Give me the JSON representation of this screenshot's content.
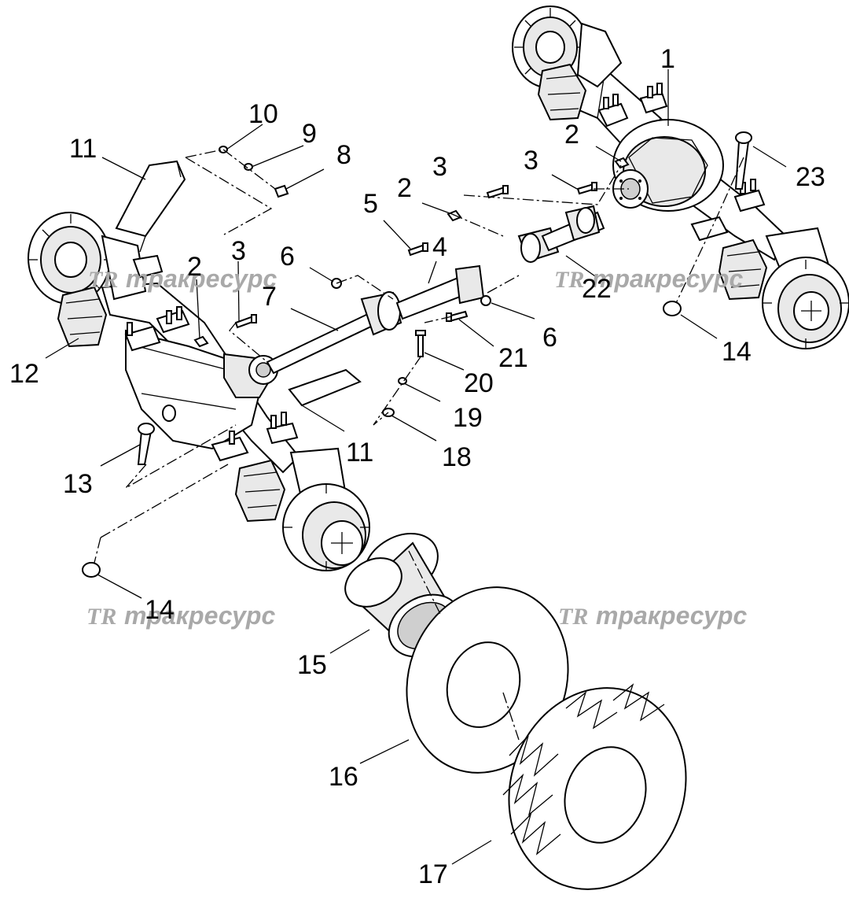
{
  "watermark": {
    "logo": "TR",
    "text": "тракресурс"
  },
  "callouts": [
    {
      "id": "c1",
      "text": "1"
    },
    {
      "id": "c2a",
      "text": "2"
    },
    {
      "id": "c3a",
      "text": "3"
    },
    {
      "id": "c23",
      "text": "23"
    },
    {
      "id": "c3b",
      "text": "3"
    },
    {
      "id": "c2b",
      "text": "2"
    },
    {
      "id": "c22",
      "text": "22"
    },
    {
      "id": "c14a",
      "text": "14"
    },
    {
      "id": "c10",
      "text": "10"
    },
    {
      "id": "c9",
      "text": "9"
    },
    {
      "id": "c8",
      "text": "8"
    },
    {
      "id": "c11a",
      "text": "11"
    },
    {
      "id": "c5",
      "text": "5"
    },
    {
      "id": "c4",
      "text": "4"
    },
    {
      "id": "c3c",
      "text": "3"
    },
    {
      "id": "c6a",
      "text": "6"
    },
    {
      "id": "c7",
      "text": "7"
    },
    {
      "id": "c2c",
      "text": "2"
    },
    {
      "id": "c6b",
      "text": "6"
    },
    {
      "id": "c21",
      "text": "21"
    },
    {
      "id": "c20",
      "text": "20"
    },
    {
      "id": "c19",
      "text": "19"
    },
    {
      "id": "c18",
      "text": "18"
    },
    {
      "id": "c12",
      "text": "12"
    },
    {
      "id": "c11b",
      "text": "11"
    },
    {
      "id": "c13",
      "text": "13"
    },
    {
      "id": "c14b",
      "text": "14"
    },
    {
      "id": "c15",
      "text": "15"
    },
    {
      "id": "c16",
      "text": "16"
    },
    {
      "id": "c17",
      "text": "17"
    }
  ]
}
